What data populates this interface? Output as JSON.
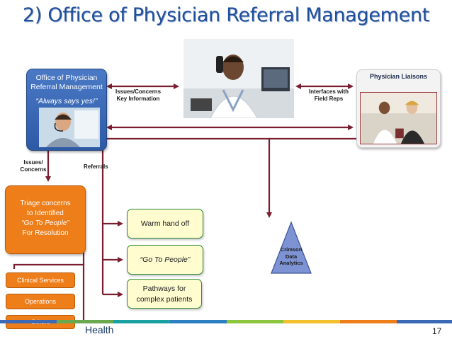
{
  "title": "2) Office of Physician Referral Management",
  "ophr": {
    "line1": "Office of Physician",
    "line2": "Referral Management",
    "tagline": "“Always says yes!”"
  },
  "liaisons": {
    "title": "Physician Liaisons"
  },
  "labels": {
    "issues_key": "Issues/Concerns\nKey Information",
    "interfaces": "Interfaces with\nField Reps",
    "issues_concerns": "Issues/\nConcerns",
    "referrals": "Referrals"
  },
  "triage": {
    "line1": "Triage concerns",
    "line2": "to Identified",
    "line3": "“Go To People”",
    "line4": "For Resolution"
  },
  "categories": [
    "Clinical Services",
    "Operations",
    "Others"
  ],
  "outcomes": {
    "warm": "Warm hand off",
    "goto": "“Go To People”",
    "pathways": "Pathways for\ncomplex patients"
  },
  "crimson": "Crimson\nData\nAnalytics",
  "footer": {
    "brand": "Health",
    "page": "17"
  },
  "colors": {
    "title": "#1f4e9a",
    "arrow": "#7a1d2e",
    "orange": "#ee7e1a",
    "box_blue": "#3b69b6",
    "green_border": "#2f8a2f",
    "triangle": "#7d93d3"
  }
}
